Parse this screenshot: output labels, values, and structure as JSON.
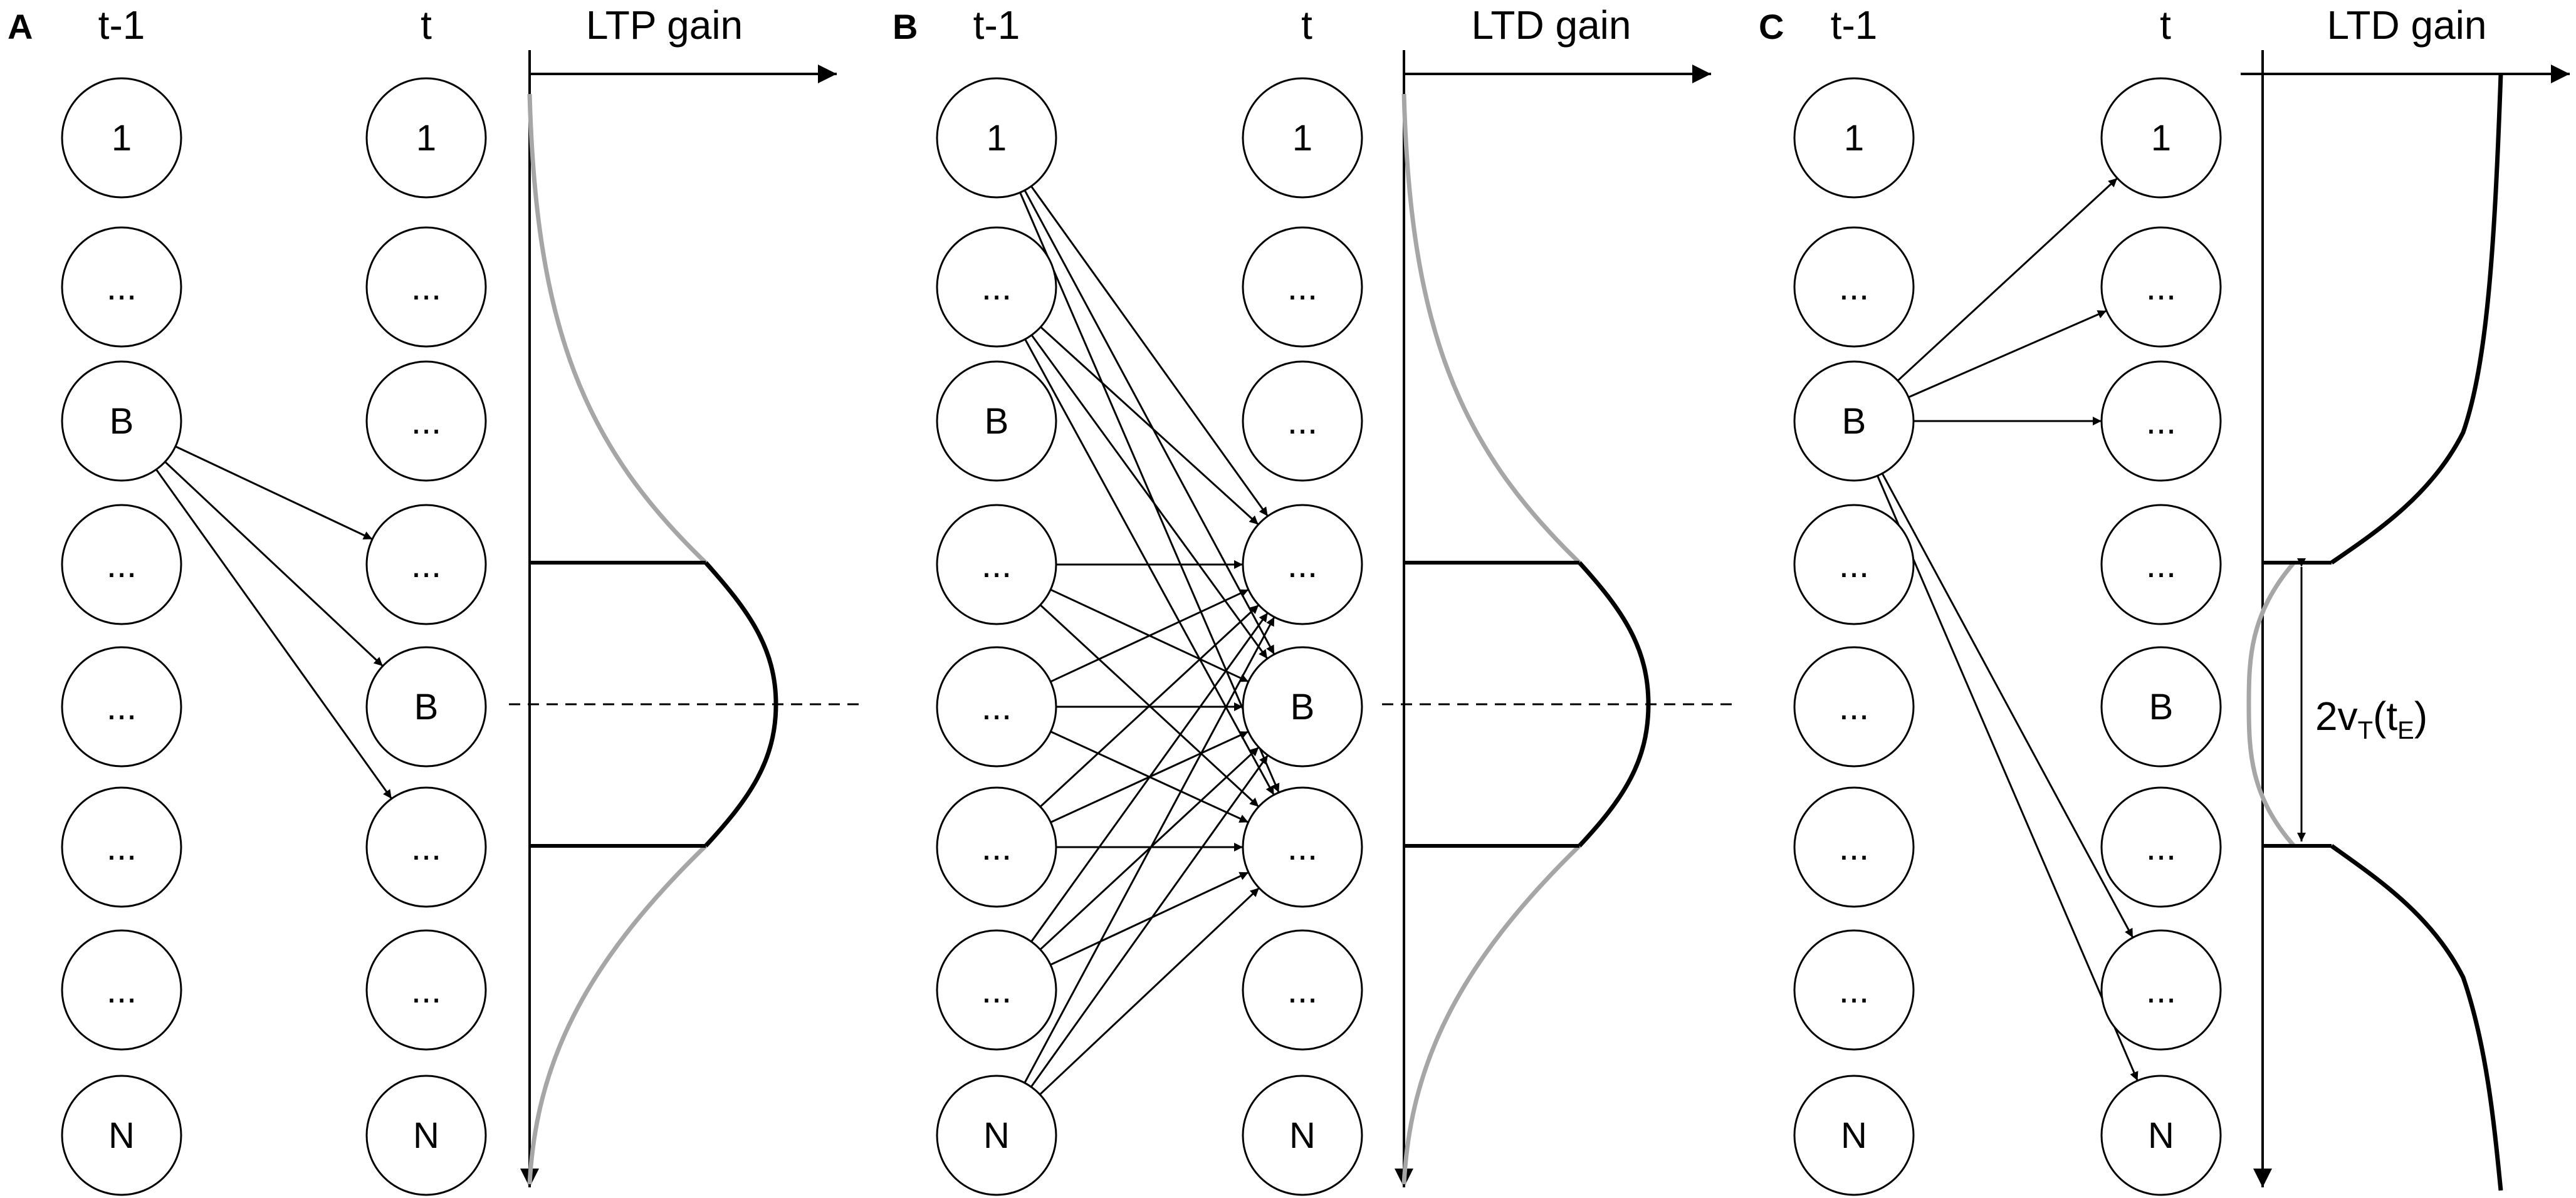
{
  "panels": [
    {
      "letter": "A",
      "prev_label": "t-1",
      "curr_label": "t",
      "gain_label": "LTP gain",
      "prev_nodes": [
        "1",
        "...",
        "B",
        "...",
        "...",
        "...",
        "...",
        "N"
      ],
      "curr_nodes": [
        "1",
        "...",
        "...",
        "...",
        "B",
        "...",
        "...",
        "N"
      ],
      "connections": [
        [
          2,
          3
        ],
        [
          2,
          4
        ],
        [
          2,
          5
        ]
      ],
      "curve": "ltp-bell",
      "colors": {
        "curve_highlight": "#000000",
        "curve_faded": "#a6a6a6"
      }
    },
    {
      "letter": "B",
      "prev_label": "t-1",
      "curr_label": "t",
      "gain_label": "LTD gain",
      "prev_nodes": [
        "1",
        "...",
        "B",
        "...",
        "...",
        "...",
        "...",
        "N"
      ],
      "curr_nodes": [
        "1",
        "...",
        "...",
        "...",
        "B",
        "...",
        "...",
        "N"
      ],
      "connections": [
        [
          0,
          3
        ],
        [
          0,
          4
        ],
        [
          0,
          5
        ],
        [
          1,
          3
        ],
        [
          1,
          4
        ],
        [
          1,
          5
        ],
        [
          3,
          3
        ],
        [
          3,
          4
        ],
        [
          3,
          5
        ],
        [
          4,
          3
        ],
        [
          4,
          4
        ],
        [
          4,
          5
        ],
        [
          5,
          3
        ],
        [
          5,
          4
        ],
        [
          5,
          5
        ],
        [
          6,
          3
        ],
        [
          6,
          4
        ],
        [
          6,
          5
        ],
        [
          7,
          3
        ],
        [
          7,
          4
        ],
        [
          7,
          5
        ]
      ],
      "curve": "ltd-bell",
      "colors": {
        "curve_highlight": "#000000",
        "curve_faded": "#a6a6a6"
      }
    },
    {
      "letter": "C",
      "prev_label": "t-1",
      "curr_label": "t",
      "gain_label": "LTD gain",
      "prev_nodes": [
        "1",
        "...",
        "B",
        "...",
        "...",
        "...",
        "...",
        "N"
      ],
      "curr_nodes": [
        "1",
        "...",
        "...",
        "...",
        "B",
        "...",
        "...",
        "N"
      ],
      "connections": [
        [
          2,
          0
        ],
        [
          2,
          1
        ],
        [
          2,
          2
        ],
        [
          2,
          6
        ],
        [
          2,
          7
        ]
      ],
      "curve": "ltd-inverted",
      "annotation": "2v",
      "annotation_sub1": "T",
      "annotation_mid": "(t",
      "annotation_sub2": "E",
      "annotation_end": ")",
      "colors": {
        "curve_highlight": "#000000",
        "curve_faded": "#a6a6a6"
      }
    }
  ]
}
